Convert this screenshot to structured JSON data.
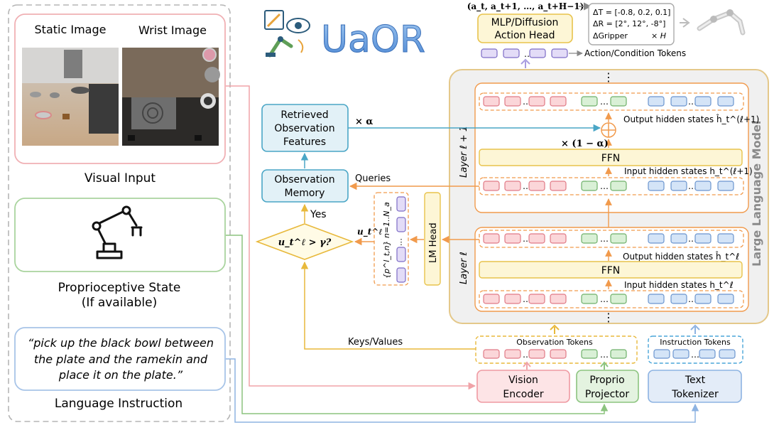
{
  "title": "UaOR",
  "left_panel": {
    "static_image_label": "Static Image",
    "wrist_image_label": "Wrist Image",
    "visual_input_caption": "Visual Input",
    "proprio_caption_line1": "Proprioceptive State",
    "proprio_caption_line2": "(If available)",
    "instruction_line1": "“pick up the black bowl between",
    "instruction_line2": "the plate and the ramekin and",
    "instruction_line3": "place it on the plate.”",
    "language_caption": "Language Instruction"
  },
  "action_head": {
    "outputs_label": "(a_t, a_t+1, …, a_t+H−1)",
    "line1": "MLP/Diffusion",
    "line2": "Action Head",
    "tokens_label": "Action/Condition Tokens",
    "delta_t": "ΔT = [-0.8, 0.2, 0.1]",
    "delta_r": "ΔR = [2°, 12°, -8°]",
    "delta_gripper": "ΔGripper",
    "times_h": "× H"
  },
  "memory": {
    "retrieved_line1": "Retrieved",
    "retrieved_line2": "Observation",
    "retrieved_line3": "Features",
    "times_alpha": "× α",
    "memory_line1": "Observation",
    "memory_line2": "Memory",
    "queries_label": "Queries",
    "yes_label": "Yes",
    "decision_label": "u_t^ℓ > γ?",
    "u_label": "u_t^ℓ",
    "p_label": "{p^l_t,n} n=1..N_a",
    "lm_head_label": "LM Head",
    "keys_values_label": "Keys/Values"
  },
  "llm": {
    "side_label": "Large Language Model",
    "layer_upper": "Layer ℓ + 1",
    "layer_lower": "Layer ℓ",
    "output_hidden_upper": "Output hidden states ĥ_t^(ℓ+1)",
    "input_hidden_upper": "Input hidden states h_t^(ℓ+1)",
    "output_hidden_lower": "Output hidden states ĥ_t^ℓ",
    "input_hidden_lower": "Input hidden states h_t^ℓ",
    "ffn_label": "FFN",
    "one_minus_alpha": "× (1 − α)",
    "ellipsis": "⋮"
  },
  "encoders": {
    "observation_tokens": "Observation Tokens",
    "instruction_tokens": "Instruction Tokens",
    "vision_line1": "Vision",
    "vision_line2": "Encoder",
    "proprio_line1": "Proprio",
    "proprio_line2": "Projector",
    "text_line1": "Text",
    "text_line2": "Tokenizer"
  },
  "colors": {
    "red_token_fill": "#fbd6d9",
    "red_token_stroke": "#e07a86",
    "green_token_fill": "#d9f0d6",
    "green_token_stroke": "#6fb06a",
    "blue_token_fill": "#d4e4f7",
    "blue_token_stroke": "#6b95cf",
    "purple_token_fill": "#e3dcf7",
    "purple_token_stroke": "#7d6cc6",
    "orange_accent": "#f19a4c",
    "yellow_accent": "#e8b93c",
    "teal_box": "#4aa6c6",
    "pink_accent": "#f0a3a8"
  }
}
